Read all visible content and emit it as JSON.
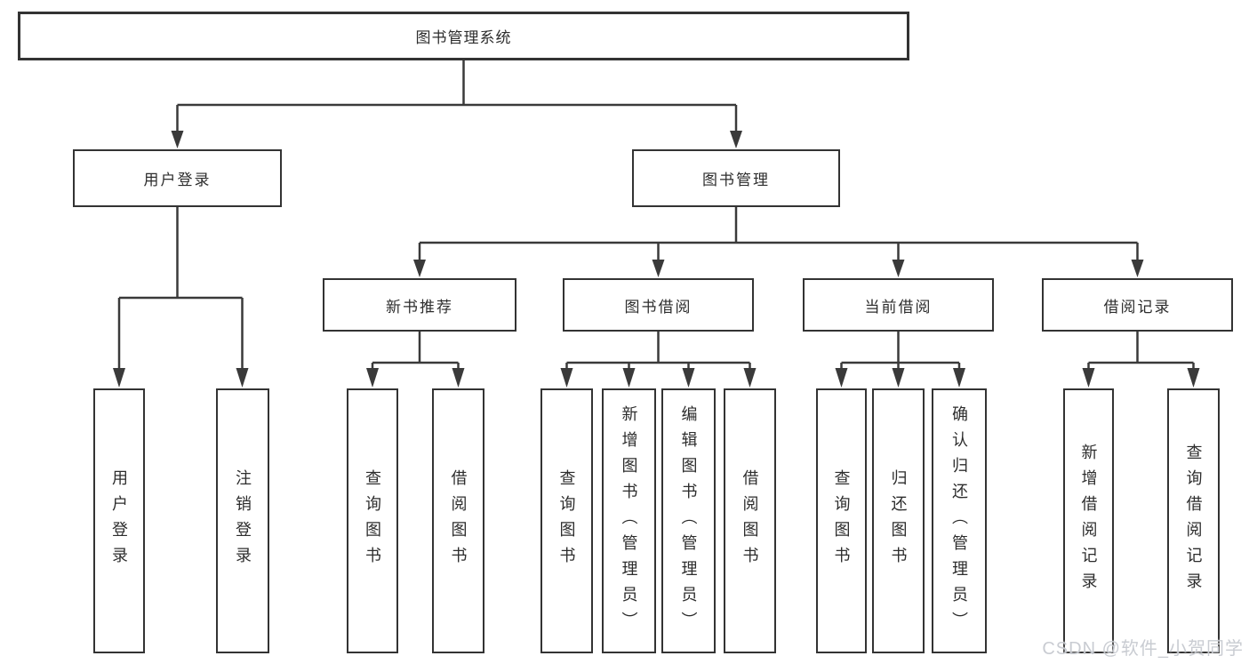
{
  "diagram": {
    "type": "tree",
    "root": {
      "label": "图书管理系统"
    },
    "level2": [
      {
        "id": "user_login",
        "label": "用户登录"
      },
      {
        "id": "book_mgmt",
        "label": "图书管理"
      }
    ],
    "level3": [
      {
        "id": "new_book_rec",
        "label": "新书推荐",
        "parent": "book_mgmt"
      },
      {
        "id": "book_borrow",
        "label": "图书借阅",
        "parent": "book_mgmt"
      },
      {
        "id": "current_borrow",
        "label": "当前借阅",
        "parent": "book_mgmt"
      },
      {
        "id": "borrow_records",
        "label": "借阅记录",
        "parent": "book_mgmt"
      }
    ],
    "leaves": {
      "user_login": [
        "用户登录",
        "注销登录"
      ],
      "new_book_rec": [
        "查询图书",
        "借阅图书"
      ],
      "book_borrow": [
        "查询图书",
        "新增图书（管理员）",
        "编辑图书（管理员）",
        "借阅图书"
      ],
      "current_borrow": [
        "查询图书",
        "归还图书",
        "确认归还（管理员）"
      ],
      "borrow_records": [
        "新增借阅记录",
        "查询借阅记录"
      ]
    }
  },
  "watermark": {
    "text": "CSDN @软件_小贺同学"
  },
  "colors": {
    "background": "#ffffff",
    "line": "#3a3a3a",
    "box_border": "#333333",
    "text": "#2d2d2d",
    "watermark": "#c6c9d0"
  }
}
